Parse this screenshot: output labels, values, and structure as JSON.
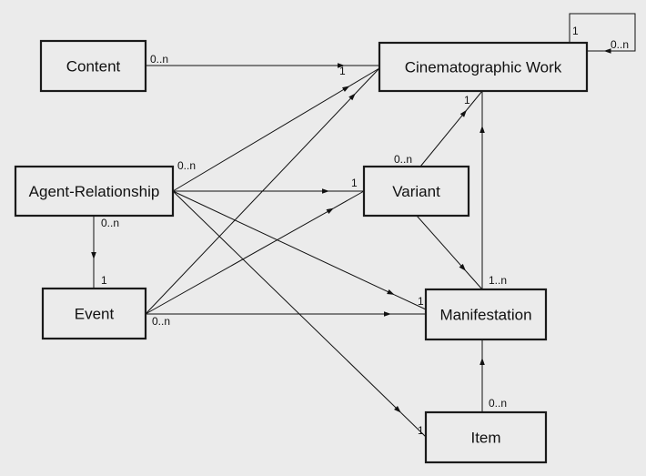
{
  "entities": {
    "content": "Content",
    "cinematographic_work": "Cinematographic Work",
    "agent_relationship": "Agent-Relationship",
    "variant": "Variant",
    "event": "Event",
    "manifestation": "Manifestation",
    "item": "Item"
  },
  "cardinalities": {
    "content_src": "0..n",
    "content_cw": "1",
    "cw_self_1": "1",
    "cw_self_n": "0..n",
    "ar_src": "0..n",
    "ar_variant": "1",
    "ar_manifestation": "1",
    "ar_item": "1",
    "ar_event_src": "0..n",
    "ar_event_dst": "1",
    "event_src": "0..n",
    "variant_src": "0..n",
    "variant_cw": "1",
    "manifestation_cw": "1..n",
    "item_src": "0..n"
  }
}
